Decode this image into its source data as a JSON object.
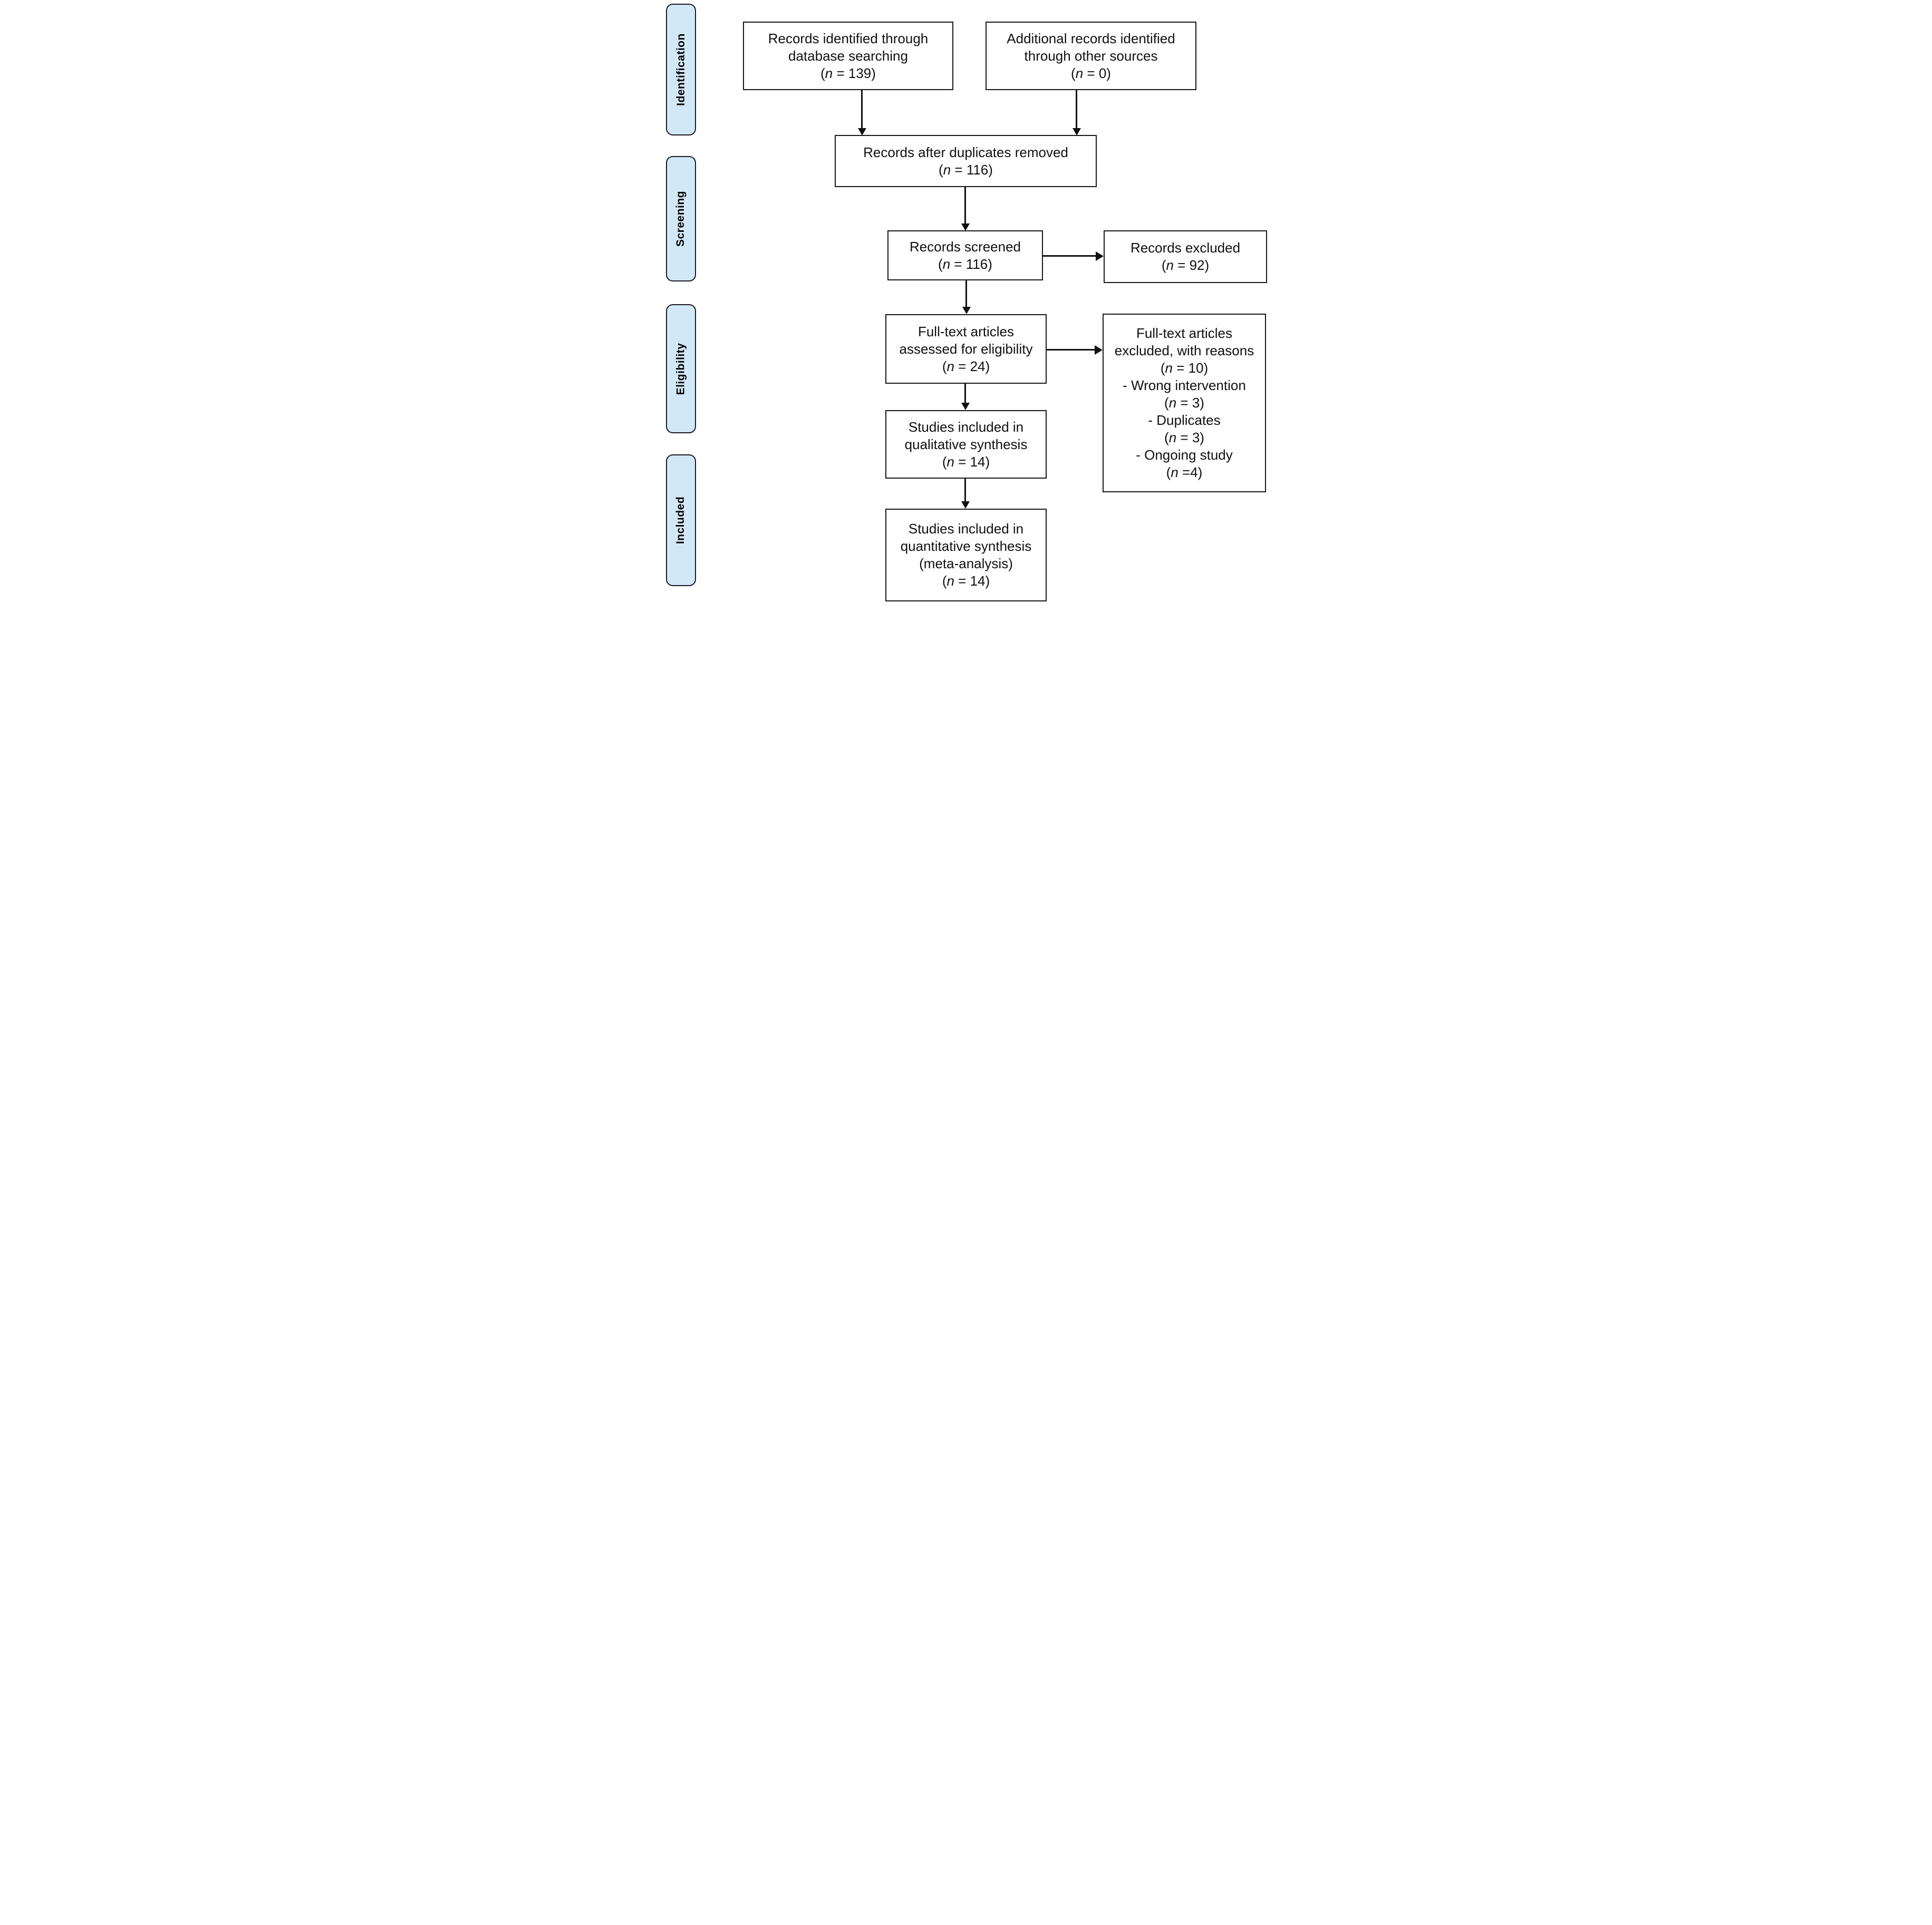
{
  "colors": {
    "stage_fill": "#d2e8f7",
    "stage_border": "#1b1b24",
    "box_border": "#181818",
    "arrow": "#111111",
    "text": "#111111"
  },
  "stages": [
    {
      "label": "Identification"
    },
    {
      "label": "Screening"
    },
    {
      "label": "Eligibility"
    },
    {
      "label": "Included"
    }
  ],
  "boxes": {
    "identified": {
      "lines": [
        "Records identified through",
        "database searching",
        "(n = 139)"
      ]
    },
    "additional": {
      "lines": [
        "Additional records identified",
        "through other sources",
        "(n = 0)"
      ]
    },
    "deduplicated": {
      "lines": [
        "Records after duplicates removed",
        "(n = 116)"
      ]
    },
    "screened": {
      "lines": [
        "Records screened",
        "(n = 116)"
      ]
    },
    "records_excluded": {
      "lines": [
        "Records excluded",
        "(n = 92)"
      ]
    },
    "fulltext_assessed": {
      "lines": [
        "Full-text articles",
        "assessed for eligibility",
        "(n = 24)"
      ]
    },
    "fulltext_excluded": {
      "lines": [
        "Full-text articles",
        "excluded, with reasons",
        "(n = 10)",
        "- Wrong intervention",
        "(n = 3)",
        "- Duplicates",
        "(n = 3)",
        "- Ongoing study",
        "(n =4)"
      ]
    },
    "qualitative": {
      "lines": [
        "Studies included in",
        "qualitative synthesis",
        "(n = 14)"
      ]
    },
    "quantitative": {
      "lines": [
        "Studies included in",
        "quantitative synthesis",
        "(meta-analysis)",
        "(n = 14)"
      ]
    }
  }
}
